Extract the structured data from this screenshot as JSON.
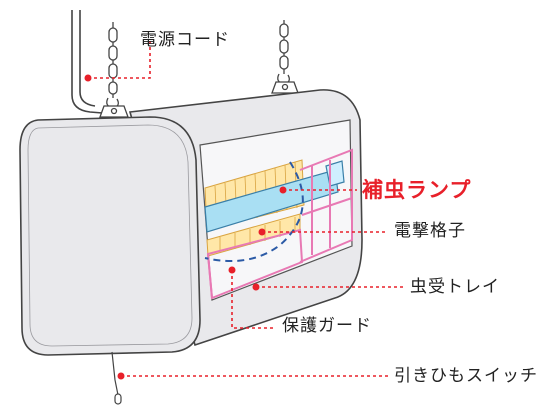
{
  "diagram": {
    "labels": {
      "power_cord": "電源コード",
      "lamp": "補虫ランプ",
      "grid": "電撃格子",
      "tray": "虫受トレイ",
      "guard": "保護ガード",
      "pull_switch": "引きひもスイッチ"
    },
    "colors": {
      "leader": "#e8202a",
      "highlight_label": "#e8202a",
      "guard": "#e879b4",
      "lamp_tube": "#a9dff3",
      "grid_fill": "#ffe7a8",
      "grid_stroke": "#d9a441",
      "housing": "#e9e9ec",
      "outline": "#444444"
    }
  }
}
